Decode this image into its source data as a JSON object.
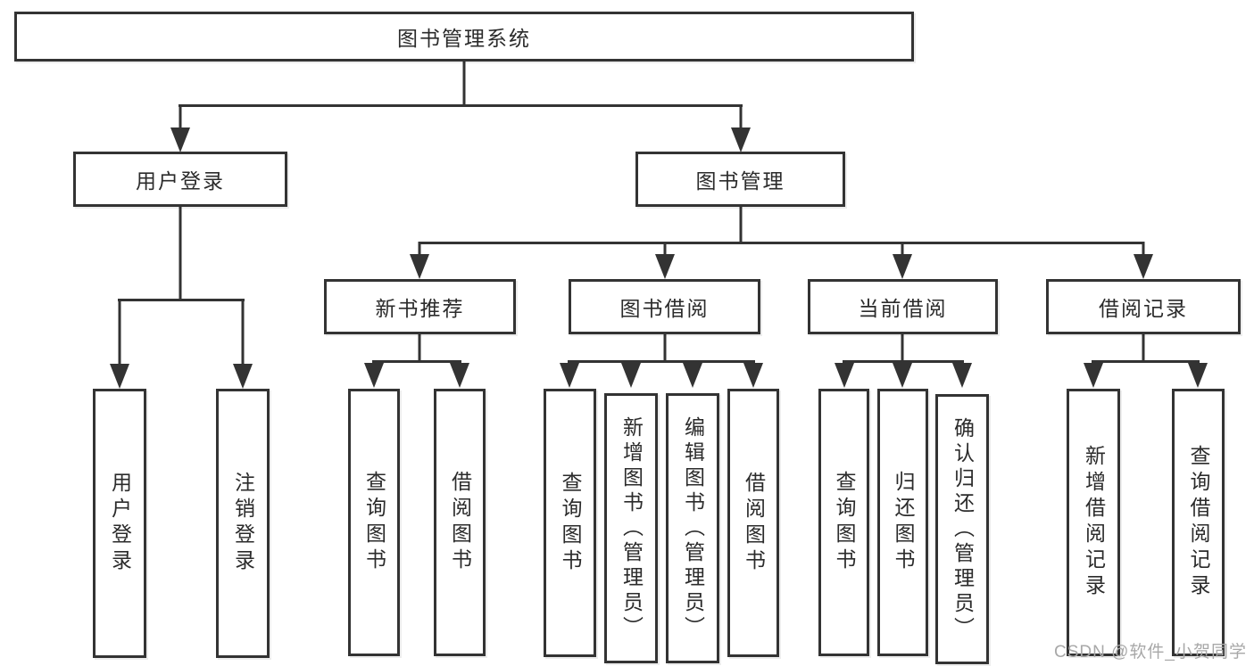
{
  "nodes": {
    "root": "图书管理系统",
    "user_login": "用户登录",
    "book_management": "图书管理",
    "new_book_recommend": "新书推荐",
    "book_borrow": "图书借阅",
    "current_borrow": "当前借阅",
    "borrow_records": "借阅记录",
    "ul_user_login": "用户登录",
    "ul_logout": "注销登录",
    "nb_query_books": "查询图书",
    "nb_borrow_books": "借阅图书",
    "bb_query_books": "查询图书",
    "bb_add_books_admin": "新增图书（管理员）",
    "bb_edit_books_admin": "编辑图书（管理员）",
    "bb_borrow_books": "借阅图书",
    "cb_query_books": "查询图书",
    "cb_return_books": "归还图书",
    "cb_confirm_return_admin": "确认归还（管理员）",
    "br_add_record": "新增借阅记录",
    "br_query_record": "查询借阅记录"
  },
  "watermark": "CSDN @软件_小贺同学",
  "colors": {
    "line_color": "#333333",
    "box_border_color": "#333333",
    "box_fill_color": "#ffffff",
    "text_color": "#2b2b2b",
    "background_color": "#ffffff",
    "watermark_color": "#a8a8a8"
  }
}
